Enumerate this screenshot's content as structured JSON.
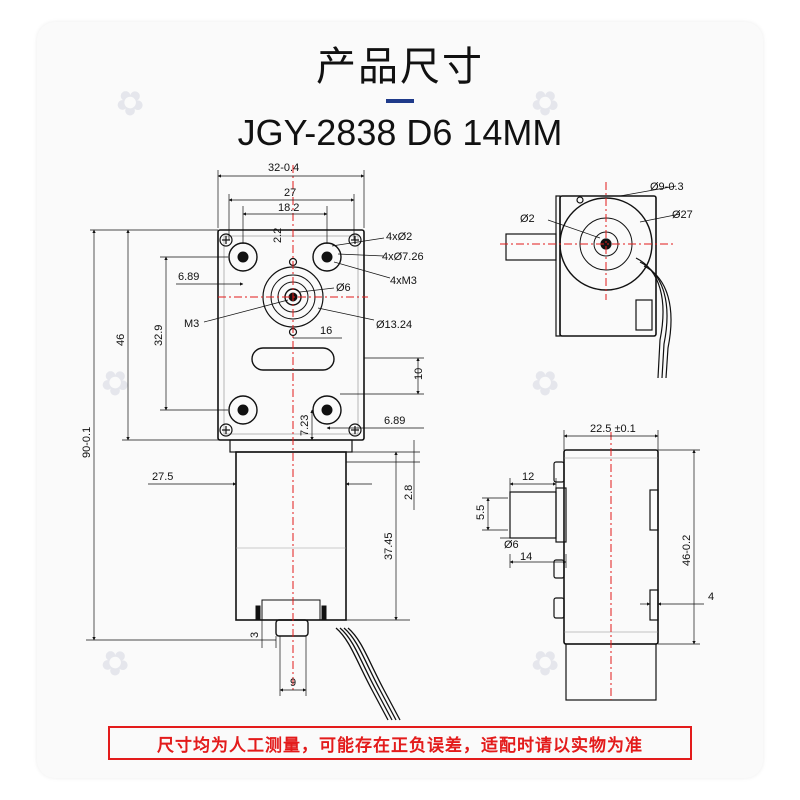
{
  "header": {
    "title": "产品尺寸",
    "model": "JGY-2838 D6 14MM"
  },
  "colors": {
    "accent_bar": "#1f3a8a",
    "center_line": "#e31b1b",
    "note": "#e31b1b"
  },
  "dimensions": {
    "front": {
      "width_total": "32-0.4",
      "width_27": "27",
      "width_18_2": "18.2",
      "gap_2_2": "2.2",
      "holes_2": "4xØ2",
      "holes_7_26": "4xØ7.26",
      "holes_m3": "4xM3",
      "offset_6_89": "6.89",
      "shaft_6": "Ø6",
      "thread_m3": "M3",
      "hub_13_24": "Ø13.24",
      "h_32_9": "32.9",
      "h_46": "46",
      "slot_16": "16",
      "h_10": "10",
      "h_7_23": "7.23",
      "offset_6_89b": "6.89",
      "len_90": "90-0.1",
      "motor_27_5": "27.5",
      "h_2_8": "2.8",
      "h_37_45": "37.45",
      "h_3": "3",
      "w_9": "9"
    },
    "side": {
      "d2": "Ø2",
      "d9": "Ø9-0.3",
      "d27": "Ø27"
    },
    "bottom": {
      "w_22_5": "22.5 ±0.1",
      "w_12": "12",
      "h_5_5": "5.5",
      "d6": "Ø6",
      "w_14": "14",
      "h_46": "46-0.2",
      "w_4": "4"
    }
  },
  "footer": {
    "note": "尺寸均为人工测量，可能存在正负误差，适配时请以实物为准"
  }
}
